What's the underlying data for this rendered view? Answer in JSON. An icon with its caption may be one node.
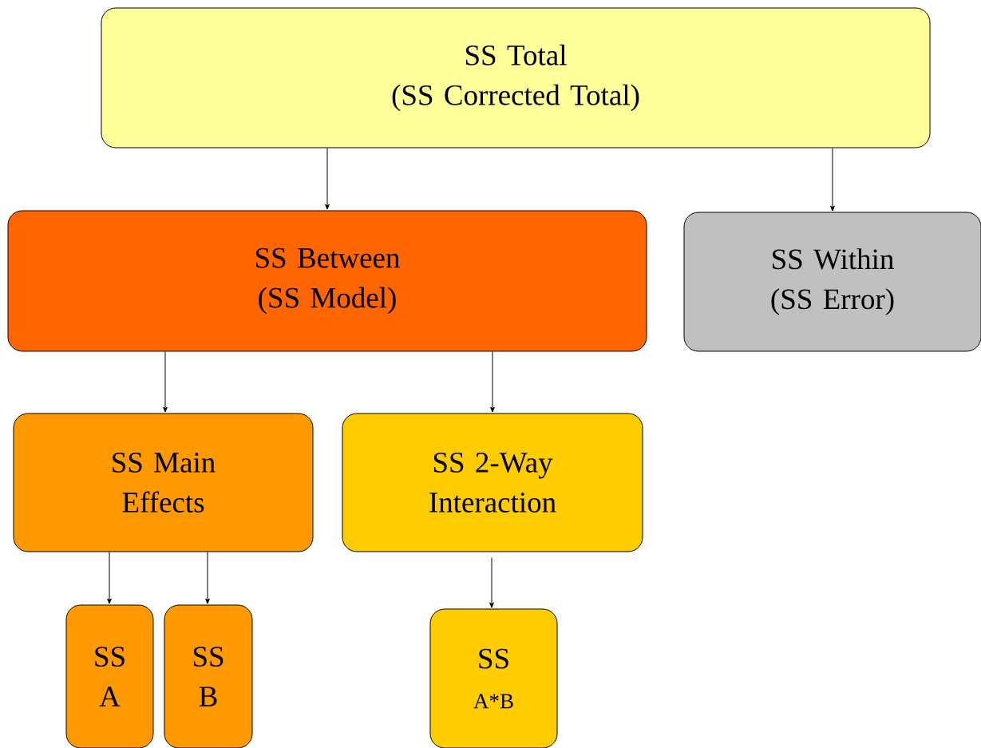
{
  "diagram": {
    "nodes": [
      {
        "text": [
          "SS Total",
          "(SS Corrected Total)"
        ]
      },
      {
        "text": [
          "SS Between",
          "(SS Model)"
        ]
      },
      {
        "text": [
          "SS Within",
          "(SS Error)"
        ]
      },
      {
        "text": [
          "SS Main Effects"
        ]
      },
      {
        "text": [
          "SS 2-Way Interaction"
        ]
      },
      {
        "text": [
          "SS A"
        ]
      },
      {
        "text": [
          "SS B"
        ]
      },
      {
        "text": [
          "SS",
          "A*B"
        ]
      }
    ],
    "edges": [
      {
        "from": 0,
        "to": 1,
        "arrow": "to"
      },
      {
        "from": 0,
        "to": 2,
        "arrow": "to"
      },
      {
        "from": 1,
        "to": 3,
        "arrow": "to"
      },
      {
        "from": 1,
        "to": 4,
        "arrow": "to"
      },
      {
        "from": 3,
        "to": 5,
        "arrow": "to"
      },
      {
        "from": 3,
        "to": 6,
        "arrow": "to"
      },
      {
        "from": 4,
        "to": 7,
        "arrow": "to"
      }
    ]
  }
}
